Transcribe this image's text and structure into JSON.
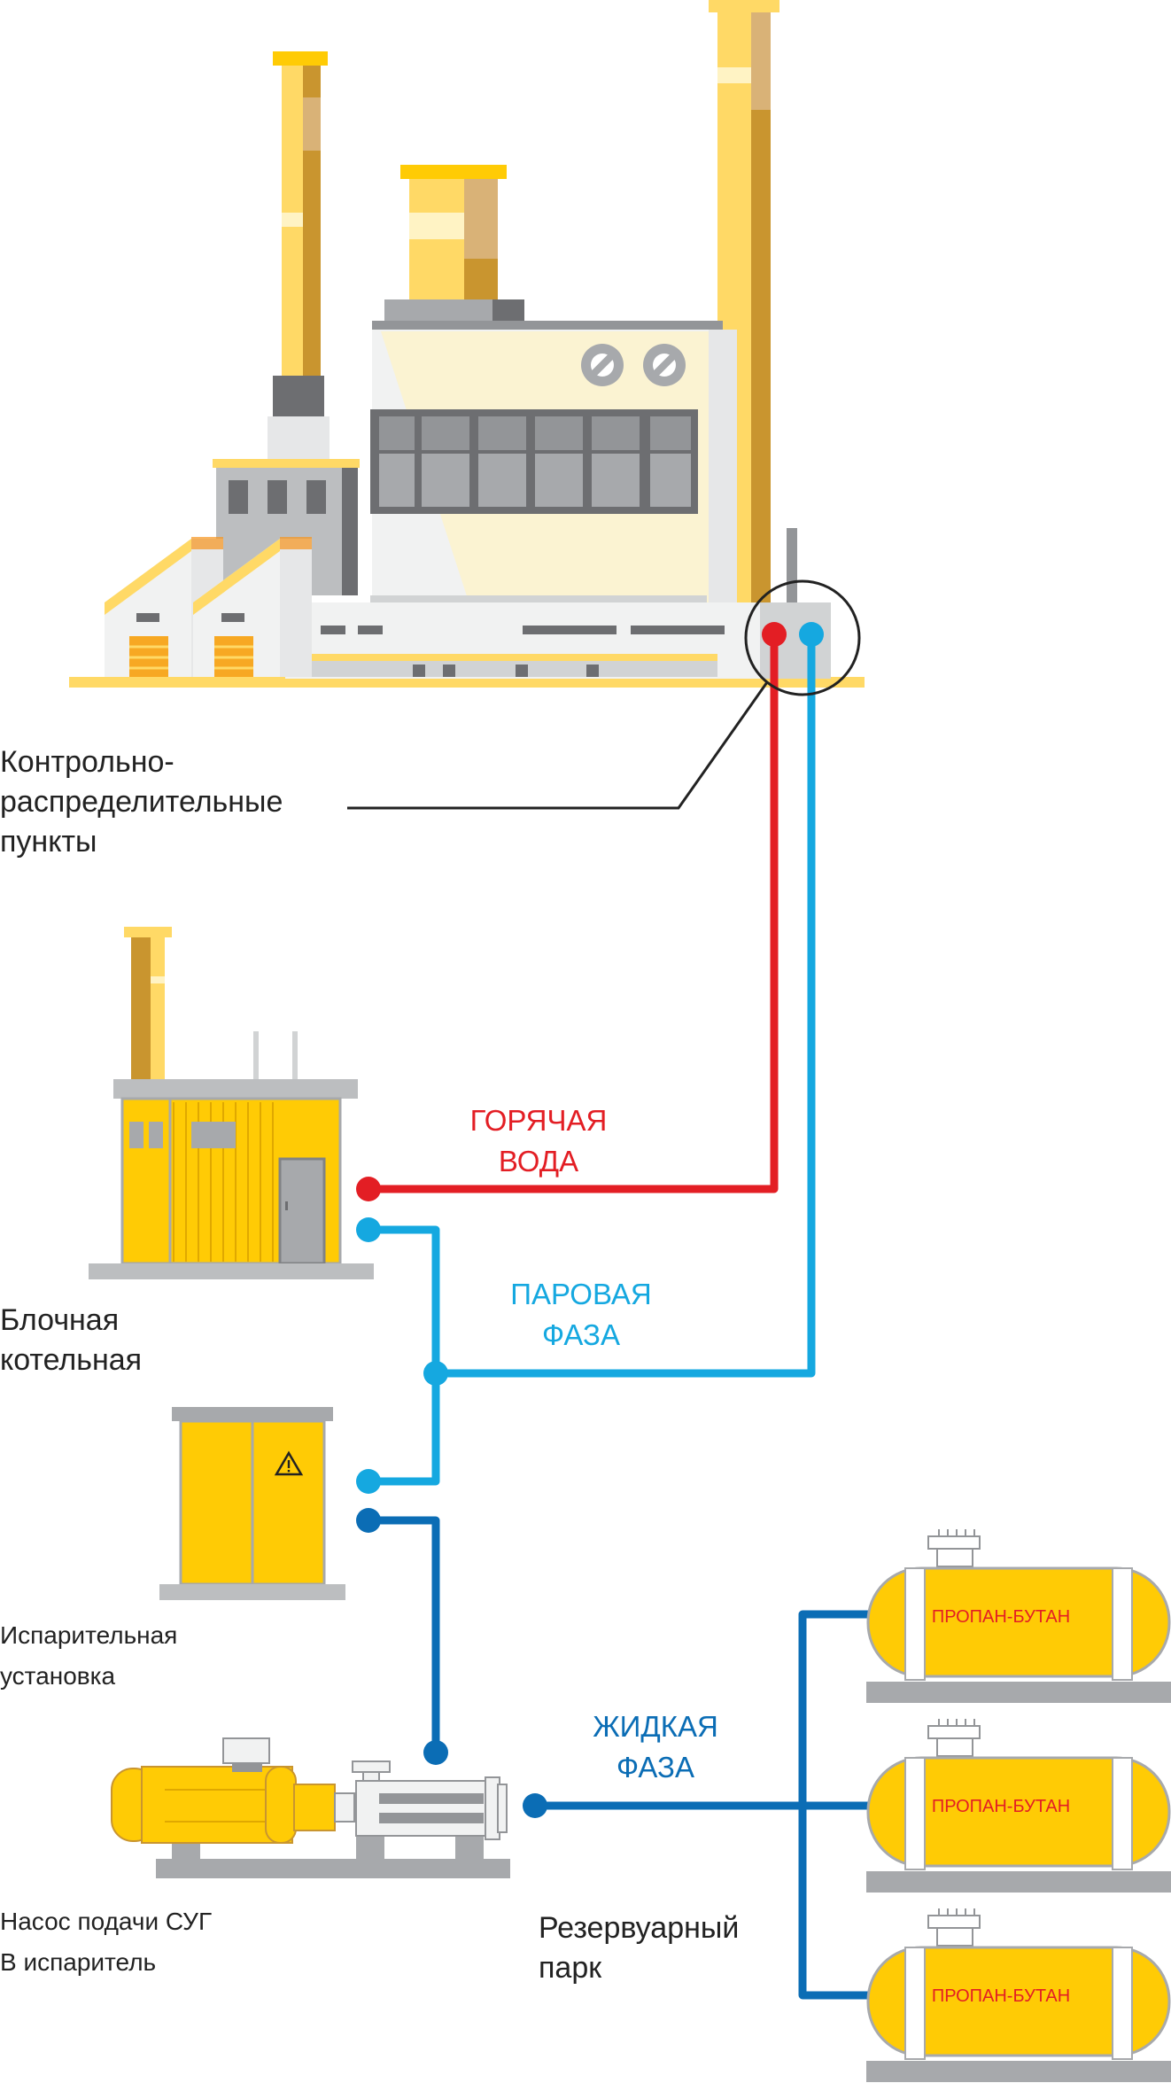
{
  "labels": {
    "control_points": [
      "Контрольно-",
      "распределительные",
      "пункты"
    ],
    "boiler": [
      "Блочная",
      "котельная"
    ],
    "evaporator": [
      "Испарительная",
      "установка"
    ],
    "pump": [
      "Насос подачи СУГ",
      "В испаритель"
    ],
    "tank_farm": [
      "Резервуарный",
      "парк"
    ]
  },
  "flows": {
    "hot_water": [
      "ГОРЯЧАЯ",
      "ВОДА"
    ],
    "vapor_phase": [
      "ПАРОВАЯ",
      "ФАЗА"
    ],
    "liquid_phase": [
      "ЖИДКАЯ",
      "ФАЗА"
    ]
  },
  "tanks": [
    {
      "label": "ПРОПАН-БУТАН"
    },
    {
      "label": "ПРОПАН-БУТАН"
    },
    {
      "label": "ПРОПАН-БУТАН"
    }
  ],
  "colors": {
    "hot_water": "#e31e24",
    "vapor_phase": "#15a8e0",
    "liquid_phase": "#0b6db5",
    "yellow": "#ffcb05",
    "ochre": "#c9952f",
    "grey": "#a7a9ac",
    "dark_grey": "#6d6e71"
  },
  "icons": [
    "warning-icon",
    "fan-icon"
  ]
}
